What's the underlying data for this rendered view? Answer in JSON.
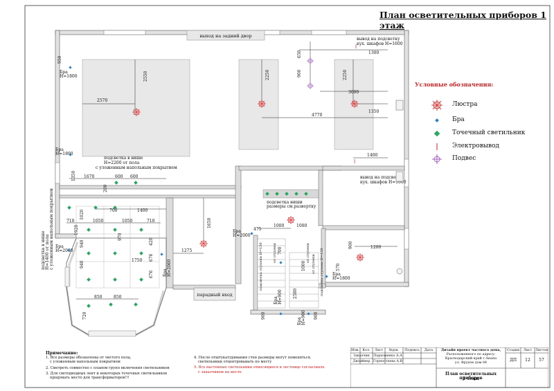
{
  "title": "План осветительных приборов 1 этаж",
  "plan": {
    "labels": {
      "back_exit": "выход на задний двор",
      "main_entrance": "парадный вход",
      "cabinet_light_top_1": "вывод на подсветку",
      "cabinet_light_top_2": "кух. шкафов Н=1600",
      "cabinet_light_mid_1": "вывод на подсветку",
      "cabinet_light_mid_2": "кух. шкафов Н=1600",
      "niche_top_1": "подсветка в нише",
      "niche_top_2": "Н=2200 от пола",
      "niche_top_3": "с уложенным напольным покрытием",
      "niche_left_1": "подсветка в нише",
      "niche_left_2": "Н=1400 от пола",
      "niche_left_3": "с уложенным напольным покрытием",
      "niche_stair_1": "подсветка ниши",
      "niche_stair_2": "размеры см.развертку",
      "bra_1": "Бра",
      "bra_1h": "Н=1800",
      "bra_2": "Бра",
      "bra_2h": "Н=1800",
      "bra_3": "Бра",
      "bra_3h": "Н=2060",
      "bra_4": "Бра",
      "bra_4h": "Н=2060",
      "bra_5": "Бра",
      "bra_5h": "Н=2000",
      "bra_6": "Бра",
      "bra_6h": "Н=1800",
      "bra_7": "Бра",
      "bra_7h": "Н=900",
      "bra_8": "Бра",
      "bra_8h": "Н=900",
      "step_1": "подсветка ступени Н=150",
      "step_2": "от ступени",
      "step_3": "от ступени",
      "step_4": "от ступени",
      "step_5": "подсветка ступени Н=150"
    },
    "dims": [
      "950",
      "2550",
      "2570",
      "2250",
      "650",
      "900",
      "2250",
      "1300",
      "3000",
      "1350",
      "4770",
      "1400",
      "1350",
      "1670",
      "600",
      "600",
      "200",
      "700",
      "1400",
      "1020",
      "1920",
      "710",
      "1050",
      "1050",
      "710",
      "940",
      "970",
      "420",
      "1750",
      "676",
      "676",
      "940",
      "475",
      "1000",
      "1000",
      "1650",
      "1275",
      "900",
      "1200",
      "570",
      "700",
      "1000",
      "2580",
      "900",
      "900",
      "850",
      "850",
      "720"
    ]
  },
  "legend": {
    "title": "Условные обозначения:",
    "items": [
      {
        "label": "Люстра",
        "icon": "chandelier-icon",
        "color": "#d94040"
      },
      {
        "label": "Бра",
        "icon": "sconce-icon",
        "color": "#2a7fc9"
      },
      {
        "label": "Точечный светильник",
        "icon": "spotlight-icon",
        "color": "#2aa860"
      },
      {
        "label": "Электровывод",
        "icon": "electric-outlet-icon",
        "color": "#d94040"
      },
      {
        "label": "Подвес",
        "icon": "pendant-icon",
        "color": "#a05cc0"
      }
    ]
  },
  "notes": {
    "heading": "Примечание:",
    "n1a": "1. Все размеры обозначены от чистого пола,",
    "n1b": "с уложенным напольным покрытием",
    "n2": "2. Смотреть совместно с планом групп включения светильников",
    "n3a": "3. Для светодиодных лент и некоторых точечных светильников",
    "n3b": "продумать место для трансформаторов!!!",
    "n4a": "4. После отштукатуривания стен размеры могут поменяться,",
    "n4b": "светильники отцентровывать по месту",
    "n5a": "5. Все настенные светильники относящиеся к лестнице согласовать",
    "n5b": "с заказчиком на месте"
  },
  "stamp": {
    "headers": [
      "Изм.",
      "Кол.",
      "Лист",
      "№док.",
      "Подпись",
      "Дата"
    ],
    "role1": "Заказчик",
    "name1": "Пархоменко А.А",
    "role2": "Дизайнер",
    "name2": "Горностаева А.В",
    "project1": "Дизайн проект частного дома,",
    "project2": "Расположенного по адресу:",
    "project3": "Краснодарский край г.Анапа",
    "project4": "ул. Фрунзе дом 84",
    "sheet_title1": "План осветительных приборов",
    "sheet_title2": "1 этаж",
    "col_stage": "Стадия",
    "col_sheet": "Лист",
    "col_sheets": "Листов",
    "stage": "ДП",
    "sheet_no": "12",
    "sheets_total": "57"
  }
}
